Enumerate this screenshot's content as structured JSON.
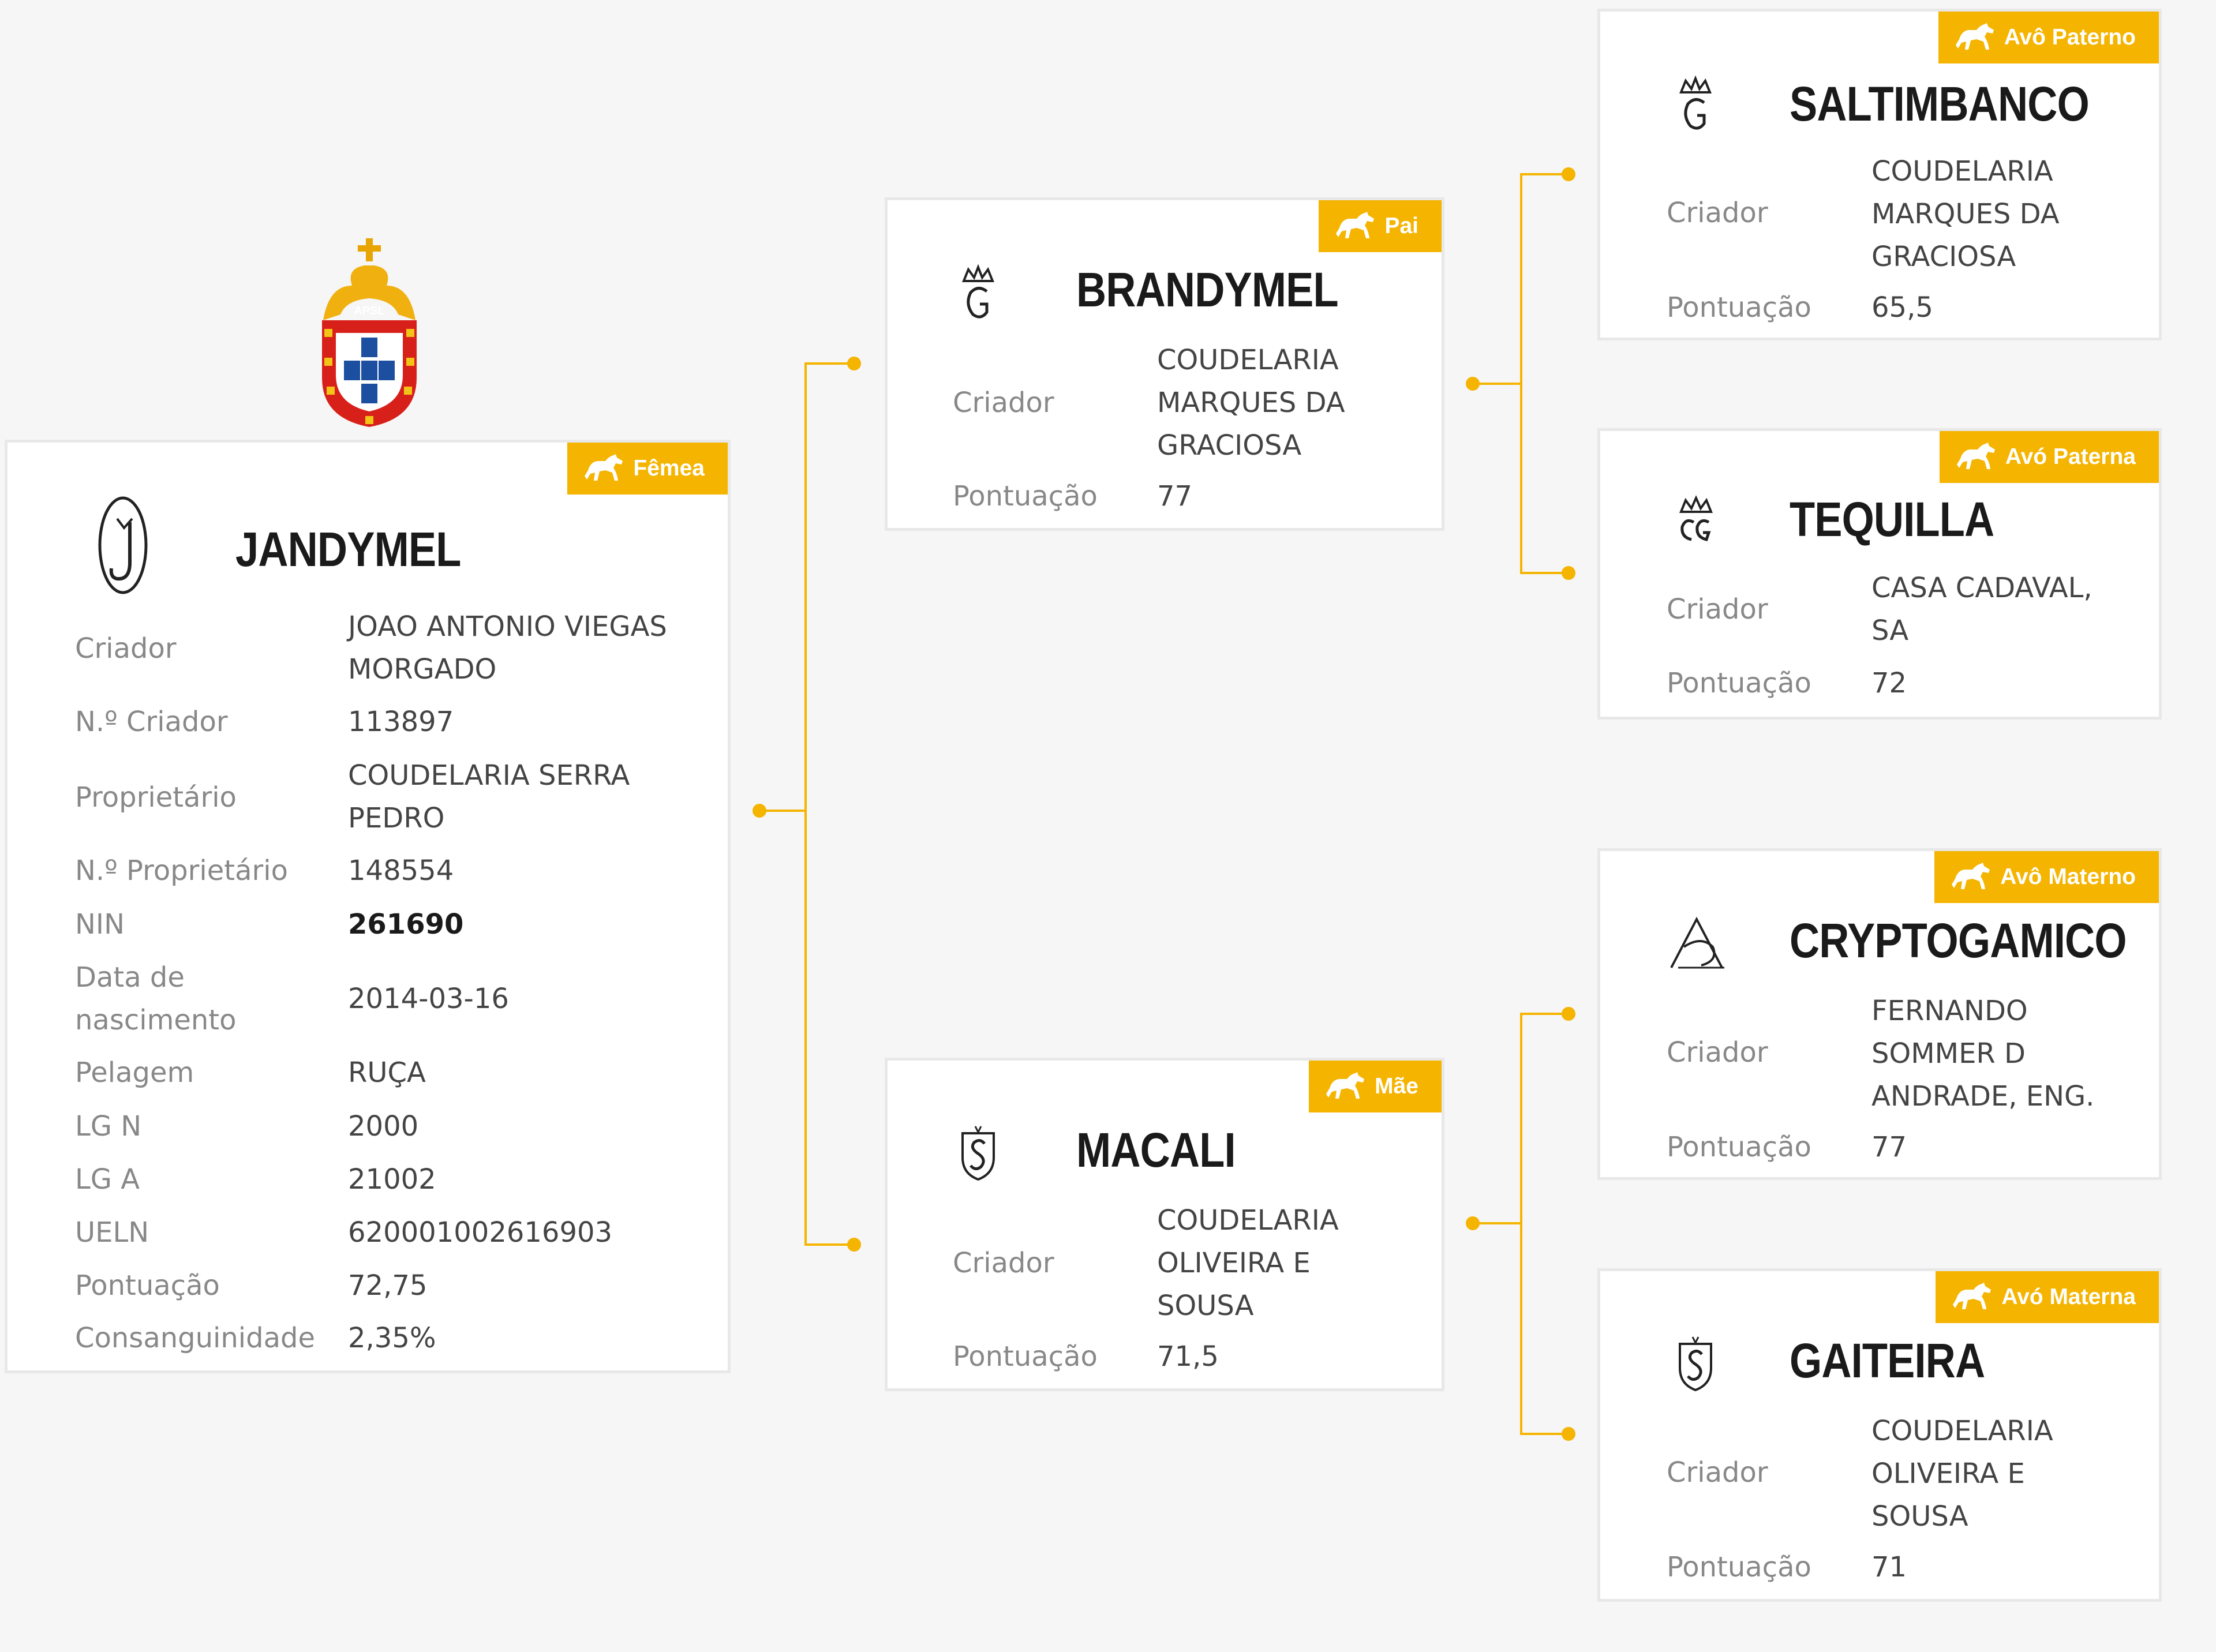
{
  "accent_color": "#f4b400",
  "main": {
    "badge": "Fêmea",
    "name": "JANDYMEL",
    "mark_icon": "brand-j-icon",
    "fields": [
      {
        "label": "Criador",
        "value": [
          "JOAO ANTONIO VIEGAS",
          "MORGADO"
        ]
      },
      {
        "label": "N.º Criador",
        "value": [
          "113897"
        ]
      },
      {
        "label": "Proprietário",
        "value": [
          "COUDELARIA SERRA",
          "PEDRO"
        ]
      },
      {
        "label": "N.º Proprietário",
        "value": [
          "148554"
        ]
      },
      {
        "label": "NIN",
        "value": [
          "261690"
        ]
      },
      {
        "label": [
          "Data de",
          "nascimento"
        ],
        "value": [
          "2014-03-16"
        ]
      },
      {
        "label": "Pelagem",
        "value": [
          "RUÇA"
        ]
      },
      {
        "label": "LG N",
        "value": [
          "2000"
        ]
      },
      {
        "label": "LG A",
        "value": [
          "21002"
        ]
      },
      {
        "label": "UELN",
        "value": [
          "620001002616903"
        ]
      },
      {
        "label": "Pontuação",
        "value": [
          "72,75"
        ]
      },
      {
        "label": "Consanguinidade",
        "value": [
          "2,35%"
        ]
      }
    ]
  },
  "parents": [
    {
      "badge": "Pai",
      "name": "BRANDYMEL",
      "mark_icon": "crown-g-brand-icon",
      "criador_label": "Criador",
      "criador": [
        "COUDELARIA",
        "MARQUES DA",
        "GRACIOSA"
      ],
      "pontuacao_label": "Pontuação",
      "pontuacao": "77"
    },
    {
      "badge": "Mãe",
      "name": "MACALI",
      "mark_icon": "shield-s-brand-icon",
      "criador_label": "Criador",
      "criador": [
        "COUDELARIA",
        "OLIVEIRA E",
        "SOUSA"
      ],
      "pontuacao_label": "Pontuação",
      "pontuacao": "71,5"
    }
  ],
  "grandparents": [
    {
      "badge": "Avô Paterno",
      "name": "SALTIMBANCO",
      "mark_icon": "crown-g-brand-icon",
      "criador_label": "Criador",
      "criador": [
        "COUDELARIA",
        "MARQUES DA",
        "GRACIOSA"
      ],
      "pontuacao_label": "Pontuação",
      "pontuacao": "65,5"
    },
    {
      "badge": "Avó Paterna",
      "name": "TEQUILLA",
      "mark_icon": "crown-cg-brand-icon",
      "criador_label": "Criador",
      "criador": [
        "CASA CADAVAL,",
        "SA"
      ],
      "pontuacao_label": "Pontuação",
      "pontuacao": "72"
    },
    {
      "badge": "Avô Materno",
      "name": "CRYPTOGAMICO",
      "mark_icon": "monogram-brand-icon",
      "criador_label": "Criador",
      "criador": [
        "FERNANDO",
        "SOMMER D",
        "ANDRADE, ENG."
      ],
      "pontuacao_label": "Pontuação",
      "pontuacao": "77"
    },
    {
      "badge": "Avó Materna",
      "name": "GAITEIRA",
      "mark_icon": "shield-s-brand-icon",
      "criador_label": "Criador",
      "criador": [
        "COUDELARIA",
        "OLIVEIRA E",
        "SOUSA"
      ],
      "pontuacao_label": "Pontuação",
      "pontuacao": "71"
    }
  ],
  "logo": {
    "icon": "apsl-crest-icon",
    "text": "APSL"
  }
}
